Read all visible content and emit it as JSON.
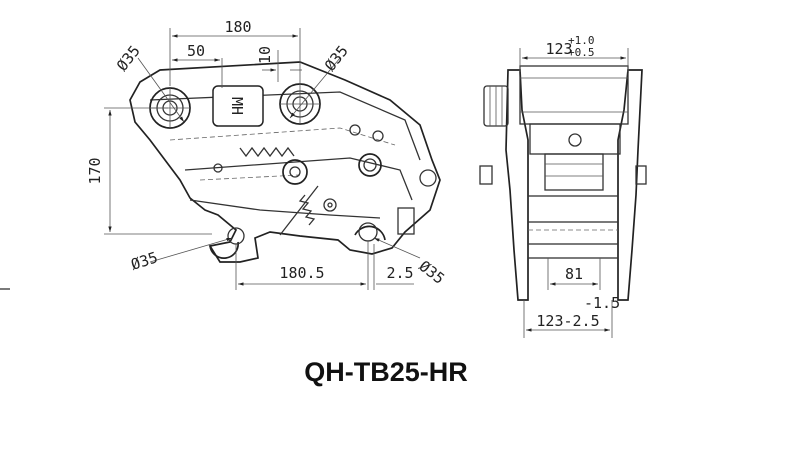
{
  "title": "QH-TB25-HR",
  "logo": "MH",
  "side_view": {
    "dims": {
      "top_width": "180",
      "top_left": "50",
      "top_gap": "10",
      "pin_dia_top_left": "Ø35",
      "pin_dia_top_right": "Ø35",
      "height": "170",
      "pin_dia_bottom_left": "Ø35",
      "pin_dia_bottom_right": "Ø35",
      "bottom_width": "180.5",
      "bottom_offset": "2.5"
    }
  },
  "front_view": {
    "dims": {
      "top_base": "123",
      "top_tol_upper": "+1.0",
      "top_tol_lower": "+0.5",
      "middle": "81",
      "bottom_tol": "-1.5",
      "bottom": "123-2.5"
    }
  }
}
